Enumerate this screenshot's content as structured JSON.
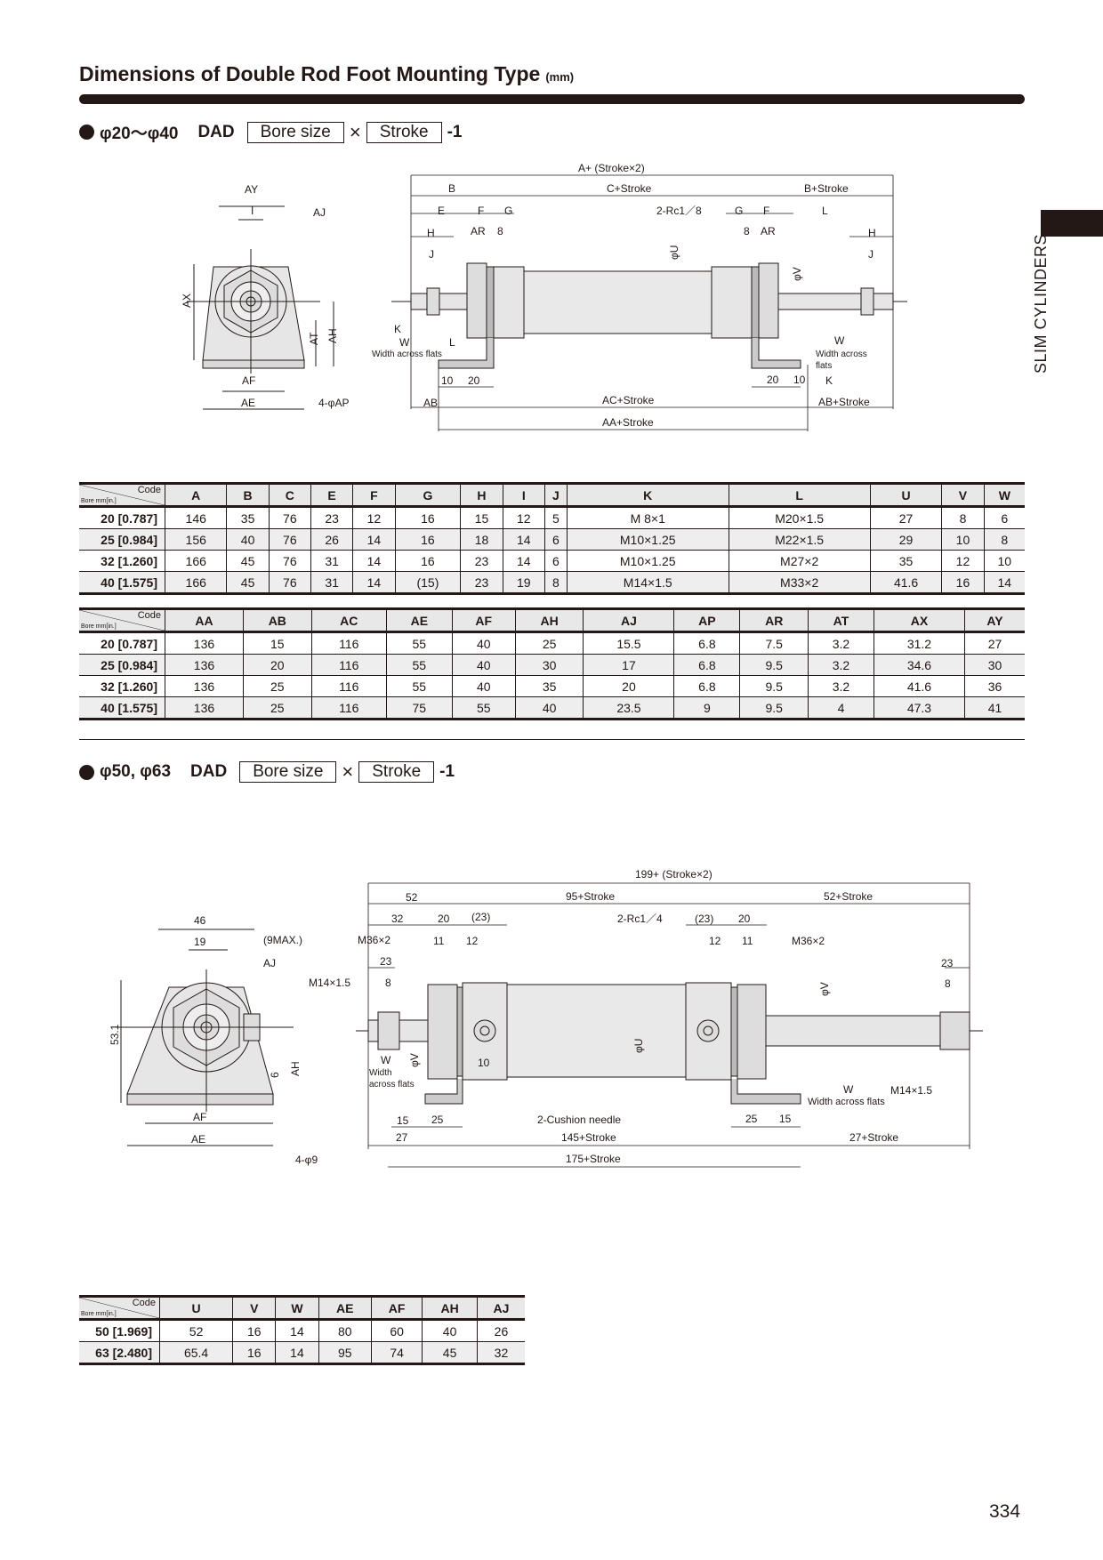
{
  "title": "Dimensions of Double Rod Foot Mounting Type",
  "title_unit": "(mm)",
  "side_tab": "SLIM CYLINDERS",
  "section1": {
    "bore_range": "φ20〜φ40",
    "model": "DAD",
    "bore_box": "Bore size",
    "times": "×",
    "stroke_box": "Stroke",
    "suffix": "-1"
  },
  "section2": {
    "bore_range": "φ50, φ63",
    "model": "DAD",
    "bore_box": "Bore size",
    "times": "×",
    "stroke_box": "Stroke",
    "suffix": "-1"
  },
  "drawing1": {
    "labels": [
      "A+ (Stroke×2)",
      "B",
      "C+Stroke",
      "B+Stroke",
      "E",
      "F",
      "G",
      "2-Rc1／8",
      "G",
      "F",
      "L",
      "H",
      "AR",
      "8",
      "8",
      "AR",
      "H",
      "J",
      "J",
      "φU",
      "φV",
      "K",
      "W",
      "Width across flats",
      "L",
      "W",
      "Width across",
      "flats",
      "K",
      "10",
      "20",
      "20",
      "10",
      "AB",
      "AC+Stroke",
      "AB+Stroke",
      "AA+Stroke",
      "AY",
      "I",
      "AJ",
      "AX",
      "AT",
      "AH",
      "AF",
      "AE",
      "4-φAP"
    ]
  },
  "drawing2": {
    "labels": [
      "199+ (Stroke×2)",
      "52",
      "95+Stroke",
      "52+Stroke",
      "32",
      "20",
      "(23)",
      "2-Rc1／4",
      "(23)",
      "20",
      "M36×2",
      "11",
      "12",
      "12",
      "11",
      "M36×2",
      "23",
      "23",
      "8",
      "8",
      "M14×1.5",
      "φV",
      "φV",
      "φU",
      "W",
      "Width",
      "across flats",
      "10",
      "W",
      "Width across flats",
      "M14×1.5",
      "15",
      "25",
      "2-Cushion needle",
      "25",
      "15",
      "27",
      "145+Stroke",
      "27+Stroke",
      "175+Stroke",
      "46",
      "19",
      "(9MAX.)",
      "AJ",
      "53.1",
      "6",
      "AH",
      "AF",
      "AE",
      "4-φ9"
    ]
  },
  "table1": {
    "corner_code": "Code",
    "corner_bore": "Bore mm[in.]",
    "columns": [
      "A",
      "B",
      "C",
      "E",
      "F",
      "G",
      "H",
      "I",
      "J",
      "K",
      "L",
      "U",
      "V",
      "W"
    ],
    "rows": [
      {
        "bore": "20 [0.787]",
        "values": [
          "146",
          "35",
          "76",
          "23",
          "12",
          "16",
          "15",
          "12",
          "5",
          "M  8×1",
          "M20×1.5",
          "27",
          "8",
          "6"
        ]
      },
      {
        "bore": "25 [0.984]",
        "values": [
          "156",
          "40",
          "76",
          "26",
          "14",
          "16",
          "18",
          "14",
          "6",
          "M10×1.25",
          "M22×1.5",
          "29",
          "10",
          "8"
        ]
      },
      {
        "bore": "32 [1.260]",
        "values": [
          "166",
          "45",
          "76",
          "31",
          "14",
          "16",
          "23",
          "14",
          "6",
          "M10×1.25",
          "M27×2",
          "35",
          "12",
          "10"
        ]
      },
      {
        "bore": "40 [1.575]",
        "values": [
          "166",
          "45",
          "76",
          "31",
          "14",
          "(15)",
          "23",
          "19",
          "8",
          "M14×1.5",
          "M33×2",
          "41.6",
          "16",
          "14"
        ]
      }
    ]
  },
  "table2": {
    "corner_code": "Code",
    "corner_bore": "Bore mm[in.]",
    "columns": [
      "AA",
      "AB",
      "AC",
      "AE",
      "AF",
      "AH",
      "AJ",
      "AP",
      "AR",
      "AT",
      "AX",
      "AY"
    ],
    "rows": [
      {
        "bore": "20 [0.787]",
        "values": [
          "136",
          "15",
          "116",
          "55",
          "40",
          "25",
          "15.5",
          "6.8",
          "7.5",
          "3.2",
          "31.2",
          "27"
        ]
      },
      {
        "bore": "25 [0.984]",
        "values": [
          "136",
          "20",
          "116",
          "55",
          "40",
          "30",
          "17",
          "6.8",
          "9.5",
          "3.2",
          "34.6",
          "30"
        ]
      },
      {
        "bore": "32 [1.260]",
        "values": [
          "136",
          "25",
          "116",
          "55",
          "40",
          "35",
          "20",
          "6.8",
          "9.5",
          "3.2",
          "41.6",
          "36"
        ]
      },
      {
        "bore": "40 [1.575]",
        "values": [
          "136",
          "25",
          "116",
          "75",
          "55",
          "40",
          "23.5",
          "9",
          "9.5",
          "4",
          "47.3",
          "41"
        ]
      }
    ]
  },
  "table3": {
    "corner_code": "Code",
    "corner_bore": "Bore mm[in.]",
    "columns": [
      "U",
      "V",
      "W",
      "AE",
      "AF",
      "AH",
      "AJ"
    ],
    "rows": [
      {
        "bore": "50 [1.969]",
        "values": [
          "52",
          "16",
          "14",
          "80",
          "60",
          "40",
          "26"
        ]
      },
      {
        "bore": "63 [2.480]",
        "values": [
          "65.4",
          "16",
          "14",
          "95",
          "74",
          "45",
          "32"
        ]
      }
    ]
  },
  "page_number": "334"
}
